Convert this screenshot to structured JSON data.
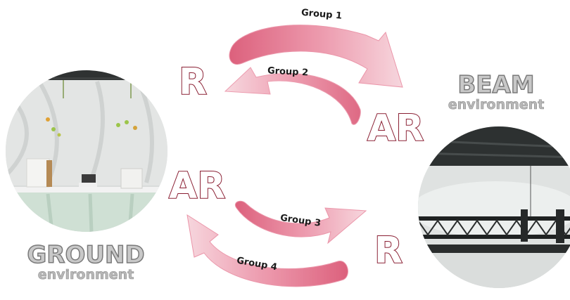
{
  "cycle_top": {
    "group_1_label": "Group 1",
    "group_2_label": "Group 2",
    "left_condition": "R",
    "right_condition": "AR"
  },
  "cycle_bottom": {
    "group_3_label": "Group 3",
    "group_4_label": "Group 4",
    "left_condition": "AR",
    "right_condition": "R"
  },
  "beam_env": {
    "title": "BEAM",
    "subtitle": "environment"
  },
  "ground_env": {
    "title": "GROUND",
    "subtitle": "environment"
  },
  "colors": {
    "arrow_light": "#f4c6d0",
    "arrow_dark": "#d9506f",
    "letter_outline": "#8a1f33",
    "env_text": "#c8c8c8",
    "env_outline": "#7a7a7a"
  }
}
